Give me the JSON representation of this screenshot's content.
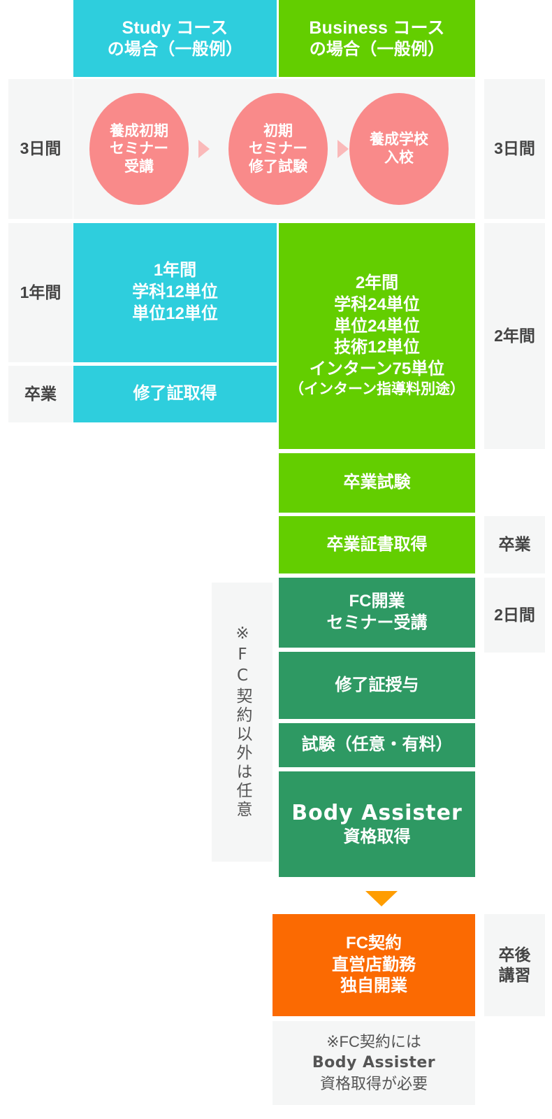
{
  "headers": {
    "study": {
      "line1": "Study コース",
      "line2": "の場合（一般例）",
      "color": "#2ECEDD"
    },
    "business": {
      "line1": "Business コース",
      "line2": "の場合（一般例）",
      "color": "#63CE00"
    }
  },
  "left_labels": {
    "three_days": "3日間",
    "one_year": "1年間",
    "graduation": "卒業"
  },
  "right_labels": {
    "three_days": "3日間",
    "two_years": "2年間",
    "graduation": "卒業",
    "two_days": "2日間",
    "post_grad_line1": "卒後",
    "post_grad_line2": "講習"
  },
  "seminar": {
    "step1": {
      "l1": "養成初期",
      "l2": "セミナー",
      "l3": "受講"
    },
    "step2": {
      "l1": "初期",
      "l2": "セミナー",
      "l3": "修了試験"
    },
    "step3": {
      "l1": "養成学校",
      "l2": "入校"
    }
  },
  "study_course": {
    "curriculum": {
      "l1": "1年間",
      "l2": "学科12単位",
      "l3": "単位12単位"
    },
    "certificate": "修了証取得"
  },
  "business_course": {
    "curriculum": {
      "l1": "2年間",
      "l2": "学科24単位",
      "l3": "単位24単位",
      "l4": "技術12単位",
      "l5": "インターン75単位",
      "l6": "（インターン指導料別途）"
    },
    "grad_exam": "卒業試験",
    "diploma": "卒業証書取得"
  },
  "fc_track": {
    "vertical_note": "※FC契約以外は任意",
    "seminar": {
      "l1": "FC開業",
      "l2": "セミナー受講"
    },
    "certificate": "修了証授与",
    "exam": "試験（任意・有料）",
    "qualification": {
      "l1": "Body Assister",
      "l2": "資格取得"
    }
  },
  "contract": {
    "l1": "FC契約",
    "l2": "直営店勤務",
    "l3": "独自開業"
  },
  "footnote": {
    "l1": "※FC契約には",
    "l2": "Body Assister",
    "l3": "資格取得が必要"
  },
  "colors": {
    "teal": "#2ECEDD",
    "green": "#63CE00",
    "dark_green": "#2E9963",
    "orange": "#FB6A02",
    "pink": "#F98A8A",
    "arrow_orange": "#FF9D00",
    "panel_gray": "#F5F6F6",
    "text_gray": "#444444"
  }
}
